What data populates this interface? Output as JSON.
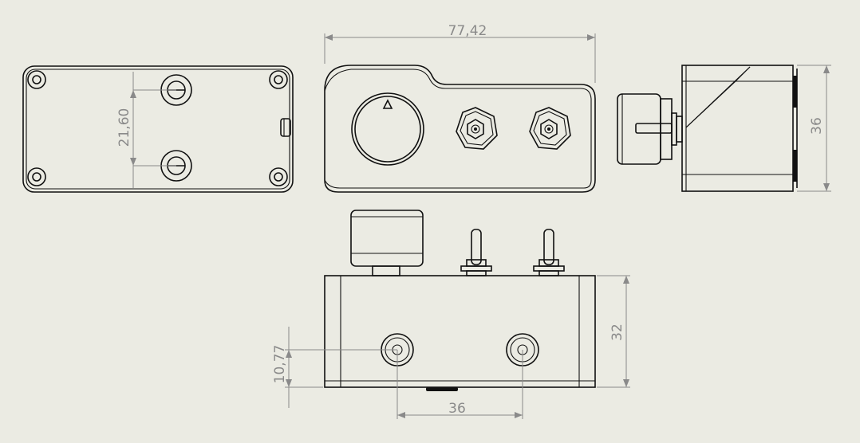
{
  "dimensions": {
    "width_top": "77,42",
    "hole_spacing_left": "21,60",
    "height_right": "36",
    "height_front": "32",
    "hole_offset_front": "10,77",
    "hole_spacing_front": "36"
  },
  "colors": {
    "background": "#ebebe3",
    "outline": "#111111",
    "dimension": "#8a8a8a"
  }
}
